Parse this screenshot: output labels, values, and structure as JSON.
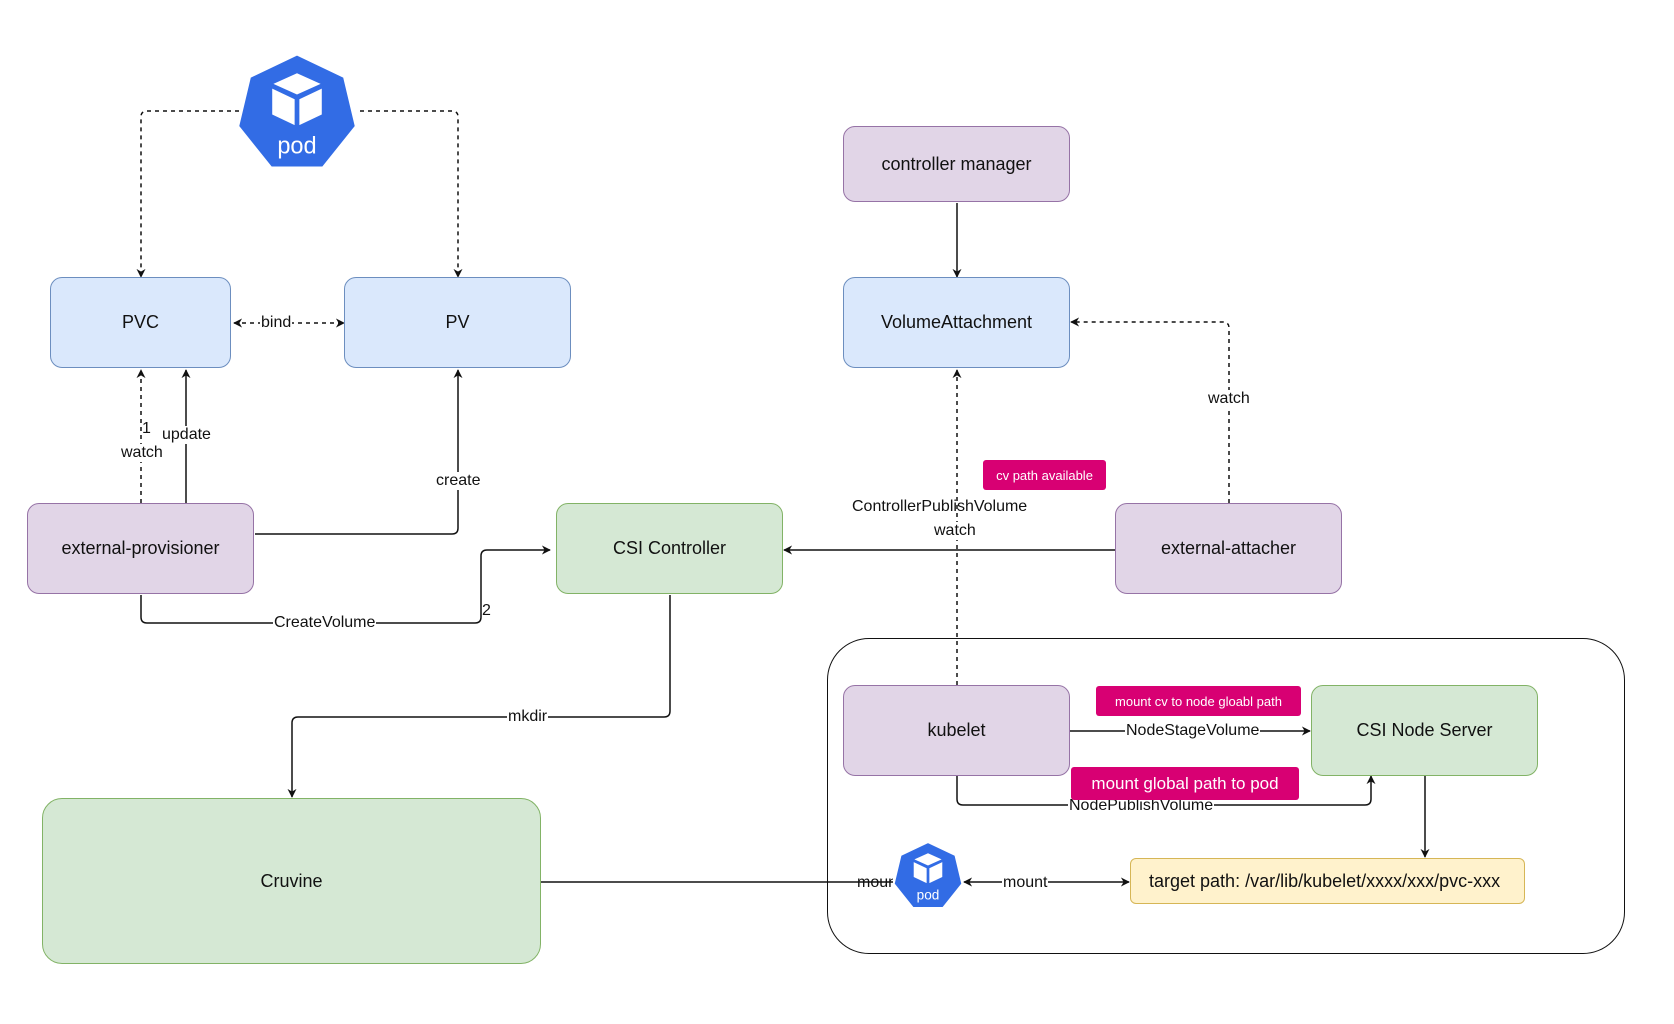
{
  "nodes": {
    "pvc": "PVC",
    "pv": "PV",
    "controller_manager": "controller manager",
    "volume_attachment": "VolumeAttachment",
    "external_provisioner": "external-provisioner",
    "csi_controller": "CSI Controller",
    "external_attacher": "external-attacher",
    "kubelet": "kubelet",
    "csi_node_server": "CSI Node Server",
    "cruvine": "Cruvine",
    "target_path": "target path: /var/lib/kubelet/xxxx/xxx/pvc-xxx"
  },
  "icons": {
    "top_pod": {
      "name": "kubernetes-pod-icon",
      "label": "pod"
    },
    "node_pod": {
      "name": "kubernetes-pod-icon",
      "label": "pod"
    }
  },
  "edges": {
    "bind": "bind",
    "watch_pvc": "watch",
    "step_1": "1",
    "update": "update",
    "create": "create",
    "create_volume": "CreateVolume",
    "step_2": "2",
    "watch_va": "watch",
    "controller_publish": "ControllerPublishVolume",
    "watch_kubelet": "watch",
    "mkdir": "mkdir",
    "node_stage": "NodeStageVolume",
    "node_publish": "NodePublishVolume",
    "mount_left": "mount",
    "mount_right": "mount"
  },
  "badges": {
    "cv_path": "cv path available",
    "mount_cv": "mount cv to node gloabl path",
    "mount_global": "mount global path to pod"
  },
  "colors": {
    "blue_fill": "#dae8fc",
    "blue_stroke": "#6c8ebf",
    "purple_fill": "#e1d5e7",
    "purple_stroke": "#9673a6",
    "green_fill": "#d5e8d4",
    "green_stroke": "#82b366",
    "yellow_fill": "#fff2cc",
    "yellow_stroke": "#d6b656",
    "badge": "#d80073",
    "k8s_blue": "#326ce5"
  }
}
